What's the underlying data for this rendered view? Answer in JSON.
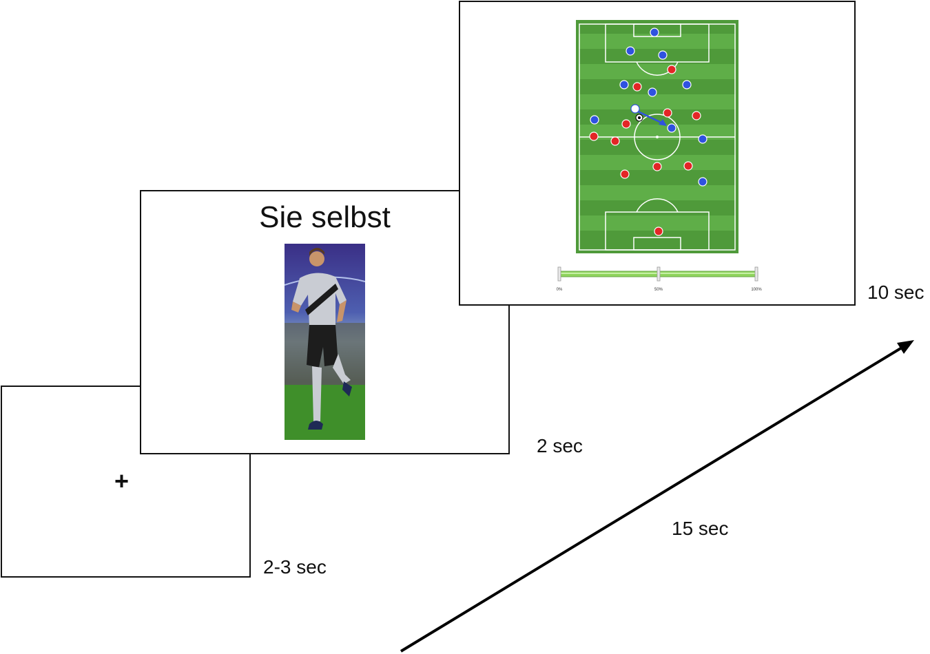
{
  "fixation": {
    "symbol": "+",
    "duration": "2-3 sec"
  },
  "cue": {
    "title": "Sie selbst",
    "duration": "2 sec",
    "image": "soccer-player-avatar"
  },
  "task": {
    "duration": "10 sec",
    "slider": {
      "min_label": "0%",
      "mid_label": "50%",
      "max_label": "100%"
    },
    "colors": {
      "pitch": "#4f9a3a",
      "team_blue": "#2f52e0",
      "team_red": "#e32626"
    }
  },
  "timeline": {
    "total_duration": "15 sec"
  }
}
